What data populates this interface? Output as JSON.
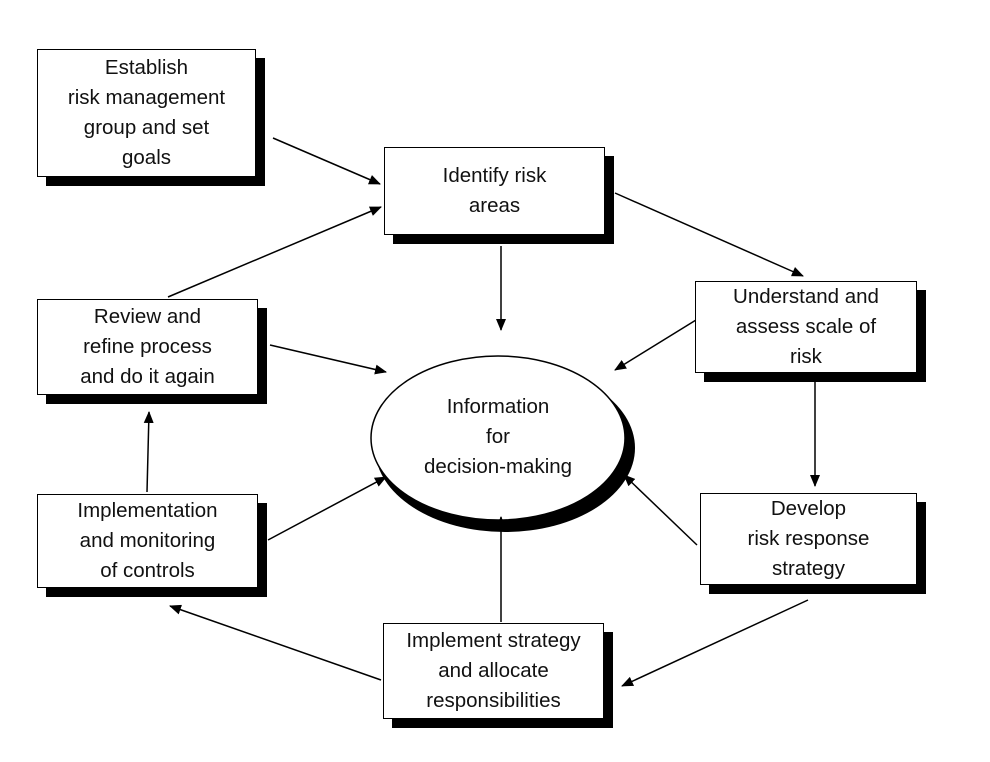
{
  "diagram": {
    "center": {
      "lines": [
        "Information",
        "for",
        "decision-making"
      ]
    },
    "nodes": {
      "establish": {
        "lines": [
          "Establish",
          "risk management",
          "group and set",
          "goals"
        ]
      },
      "identify": {
        "lines": [
          "Identify risk",
          "areas"
        ]
      },
      "understand": {
        "lines": [
          "Understand and",
          "assess scale of",
          "risk"
        ]
      },
      "develop": {
        "lines": [
          "Develop",
          "risk response",
          "strategy"
        ]
      },
      "implement_strategy": {
        "lines": [
          "Implement strategy",
          "and allocate",
          "responsibilities"
        ]
      },
      "implementation": {
        "lines": [
          "Implementation",
          "and monitoring",
          "of controls"
        ]
      },
      "review": {
        "lines": [
          "Review and",
          "refine process",
          "and do it again"
        ]
      }
    },
    "colors": {
      "stroke": "#000000",
      "fill": "#ffffff",
      "shadow": "#000000"
    }
  }
}
